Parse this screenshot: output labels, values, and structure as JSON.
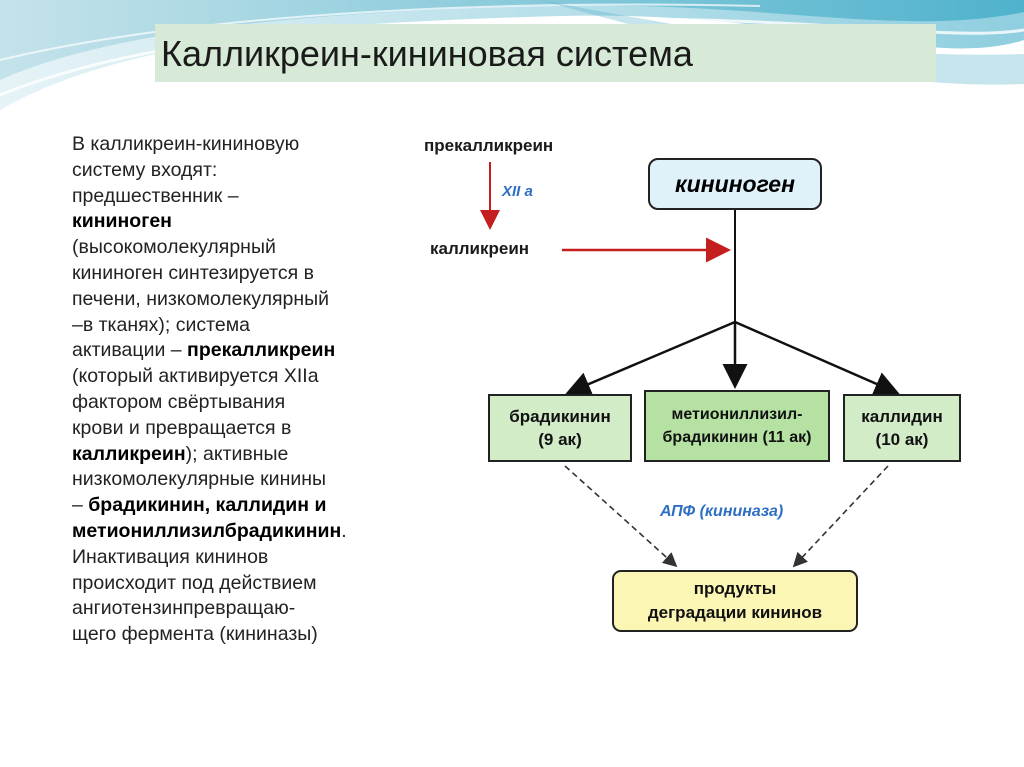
{
  "title": "Калликреин-кининовая система",
  "text": {
    "l1": "В калликреин-кининовую",
    "l2": "систему входят:",
    "l3": "предшественник –",
    "l4_b": "кининоген",
    "l5": "(высокомолекулярный",
    "l6": "кининоген синтезируется в",
    "l7": "печени, низкомолекулярный",
    "l8": "–в тканях); система",
    "l9a": "активации – ",
    "l9b_b": "прекалликреин",
    "l10": "(который активируется XIIa",
    "l11": "фактором свёртывания",
    "l12": "крови и  превращается в",
    "l13a_b": "калликреин",
    "l13b": "); активные",
    "l14": "низкомолекулярные кинины",
    "l15a": "– ",
    "l15b_b": "брадикинин, каллидин и",
    "l16_b": "метиониллизилбрадикинин",
    "l16c": ".",
    "l17": "Инактивация кининов",
    "l18": "происходит под действием",
    "l19": "ангиотензинпревращаю-",
    "l20": "щего фермента (кининазы)"
  },
  "diagram": {
    "prekallikrein": "прекалликреин",
    "xiia": "XII a",
    "kallikrein": "калликреин",
    "kininogen": "кининоген",
    "bradykinin_l1": "брадикинин",
    "bradykinin_l2": "(9 ак)",
    "met_l1": "метиониллизил-",
    "met_l2": "брадикинин (11 ак)",
    "kallidin_l1": "каллидин",
    "kallidin_l2": "(10 ак)",
    "apf": "АПФ (кининаза)",
    "products_l1": "продукты",
    "products_l2": "деградации кининов"
  },
  "colors": {
    "title_bg": "#d6ead7",
    "accent_teal": "#5bb3c8",
    "red_arrow": "#c41e1e",
    "kininogen_fill": "#dff2fa",
    "green_fill": "#d2ecc8",
    "green_dark_fill": "#b5e2a3",
    "yellow_fill": "#fbf6b4",
    "blue_label": "#2e6fc4"
  }
}
